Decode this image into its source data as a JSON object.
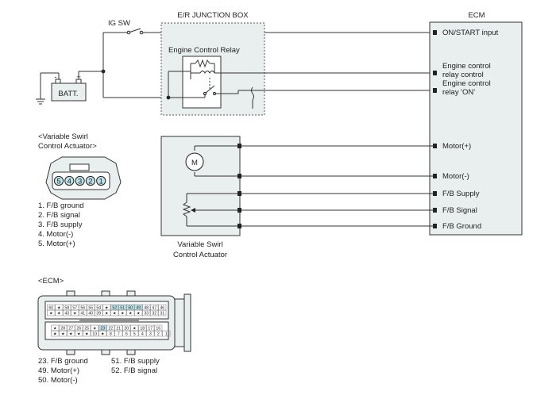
{
  "labels": {
    "ig_sw": "IG SW",
    "junction_box": "E/R JUNCTION BOX",
    "ecm": "ECM",
    "relay": "Engine Control Relay",
    "battery": "BATT.",
    "battery_plus": "+",
    "battery_minus": "-",
    "motor": "M",
    "vsca_line1": "Variable Swirl",
    "vsca_line2": "Control Actuator",
    "conn_title_line1": "<Variable Swirl",
    "conn_title_line2": "Control Actuator>",
    "ecm_conn_title": "<ECM>"
  },
  "ecm_pins": [
    {
      "lines": [
        "ON/START input"
      ]
    },
    {
      "lines": [
        "Engine control",
        "relay control"
      ]
    },
    {
      "lines": [
        "Engine control",
        "relay 'ON'"
      ]
    },
    {
      "lines": [
        "Motor(+)"
      ]
    },
    {
      "lines": [
        "Motor(-)"
      ]
    },
    {
      "lines": [
        "F/B Supply"
      ]
    },
    {
      "lines": [
        "F/B Signal"
      ]
    },
    {
      "lines": [
        "F/B Ground"
      ]
    }
  ],
  "actuator_pin_numbers": [
    "5",
    "4",
    "3",
    "2",
    "1"
  ],
  "actuator_legend": [
    "1. F/B ground",
    "2. F/B signal",
    "3. F/B supply",
    "4. Motor(-)",
    "5. Motor(+)"
  ],
  "ecm_conn_rows": [
    [
      "60",
      "★",
      "58",
      "57",
      "56",
      "55",
      "54",
      "★",
      "52",
      "51",
      "50",
      "49",
      "48",
      "47",
      "46"
    ],
    [
      "★",
      "★",
      "43",
      "★",
      "41",
      "40",
      "39",
      "★",
      "★",
      "★",
      "★",
      "★",
      "33",
      "32",
      "31"
    ],
    [
      "★",
      "28",
      "27",
      "26",
      "25",
      "★",
      "23",
      "22",
      "21",
      "20",
      "★",
      "18",
      "17",
      "16"
    ],
    [
      "★",
      "★",
      "★",
      "★",
      "★",
      "10",
      "★",
      "8",
      "7",
      "6",
      "5",
      "4",
      "3",
      "2",
      "1"
    ]
  ],
  "ecm_legend_col1": [
    "23. F/B ground",
    "49. Motor(+)",
    "50. Motor(-)"
  ],
  "ecm_legend_col2": [
    "51. F/B supply",
    "52. F/B signal"
  ],
  "colors": {
    "fill_gray": "#e9eeee",
    "pin_highlight": "#bfe3ea",
    "wire": "#333333"
  }
}
